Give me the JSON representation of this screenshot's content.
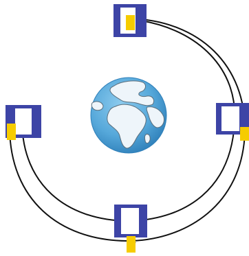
{
  "diagram": {
    "type": "orbit-cycle",
    "colors": {
      "frame": "#3D44A6",
      "marker": "#F6CC00",
      "arrow": "#111111",
      "ocean": "#56A8DA",
      "ocean_dark": "#2E7FB9",
      "land": "#EEF5FA",
      "land_stroke": "#5A6E7C"
    },
    "center": {
      "icon": "earth-globe-icon"
    },
    "stations": [
      {
        "id": "top",
        "marker_side": "right-inside"
      },
      {
        "id": "right",
        "marker_side": "bottom-outside"
      },
      {
        "id": "bottom",
        "marker_side": "bottom-outside"
      },
      {
        "id": "left",
        "marker_side": "bottom-outside"
      }
    ],
    "connections": [
      {
        "from": "top",
        "to": "right",
        "direction": "clockwise"
      },
      {
        "from": "top",
        "to": "right",
        "direction": "clockwise"
      },
      {
        "from": "right",
        "to": "bottom",
        "direction": "clockwise"
      },
      {
        "from": "right",
        "to": "bottom",
        "direction": "clockwise"
      },
      {
        "from": "bottom",
        "to": "left",
        "direction": "clockwise"
      },
      {
        "from": "bottom",
        "to": "left",
        "direction": "clockwise"
      }
    ]
  }
}
